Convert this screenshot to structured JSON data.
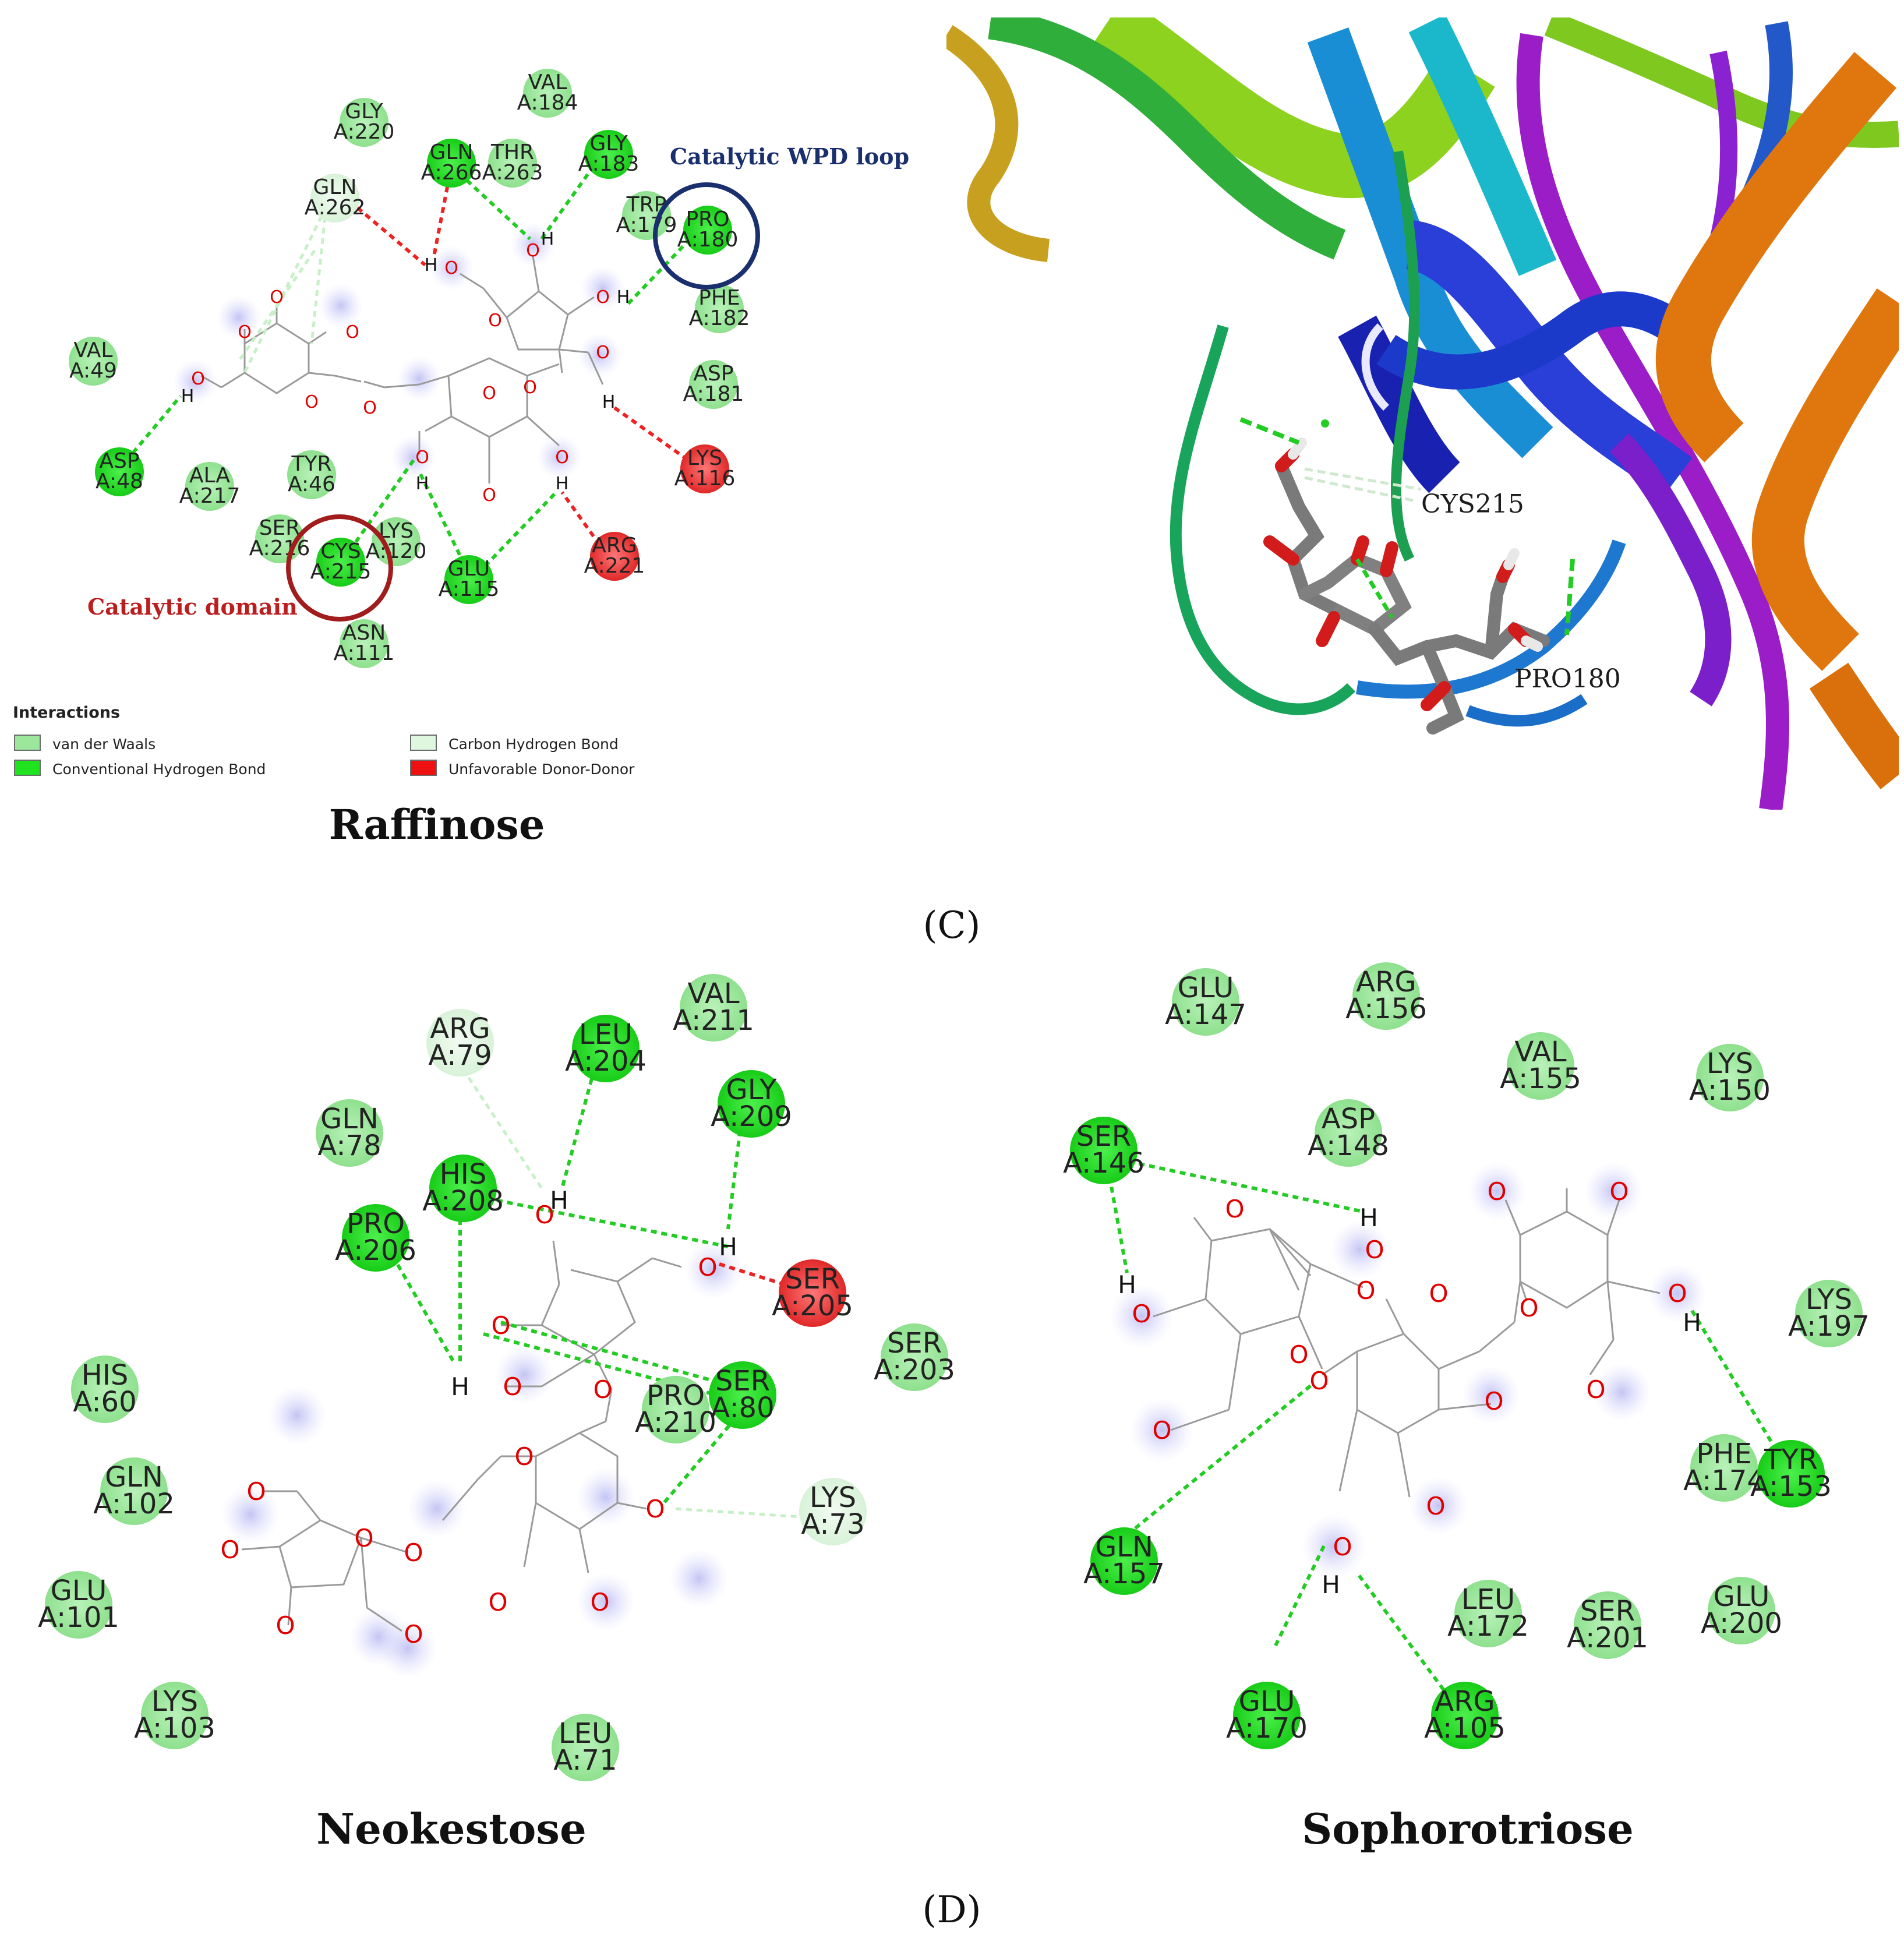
{
  "panel_c": {
    "label": "(C)",
    "raffinose": {
      "caption": "Raffinose",
      "annotation_wpd": "Catalytic WPD loop",
      "annotation_domain": "Catalytic domain",
      "legend": {
        "title": "Interactions",
        "items": [
          {
            "label": "van der Waals",
            "color": "#9ce79c"
          },
          {
            "label": "Conventional Hydrogen Bond",
            "color": "#1ee31e"
          },
          {
            "label": "Carbon Hydrogen Bond",
            "color": "#dff6df"
          },
          {
            "label": "Unfavorable Donor-Donor",
            "color": "#ee1111"
          }
        ]
      },
      "residues": [
        {
          "l1": "GLY",
          "l2": "A:220",
          "type": "vdw"
        },
        {
          "l1": "VAL",
          "l2": "A:184",
          "type": "vdw"
        },
        {
          "l1": "GLN",
          "l2": "A:266",
          "type": "hbond"
        },
        {
          "l1": "THR",
          "l2": "A:263",
          "type": "vdw"
        },
        {
          "l1": "GLY",
          "l2": "A:183",
          "type": "hbond"
        },
        {
          "l1": "GLN",
          "l2": "A:262",
          "type": "chb"
        },
        {
          "l1": "TRP",
          "l2": "A:179",
          "type": "vdw"
        },
        {
          "l1": "PRO",
          "l2": "A:180",
          "type": "hbond"
        },
        {
          "l1": "PHE",
          "l2": "A:182",
          "type": "vdw"
        },
        {
          "l1": "VAL",
          "l2": "A:49",
          "type": "vdw"
        },
        {
          "l1": "ASP",
          "l2": "A:181",
          "type": "vdw"
        },
        {
          "l1": "ASP",
          "l2": "A:48",
          "type": "hbond"
        },
        {
          "l1": "ALA",
          "l2": "A:217",
          "type": "vdw"
        },
        {
          "l1": "TYR",
          "l2": "A:46",
          "type": "vdw"
        },
        {
          "l1": "LYS",
          "l2": "A:116",
          "type": "unfav"
        },
        {
          "l1": "SER",
          "l2": "A:216",
          "type": "vdw"
        },
        {
          "l1": "CYS",
          "l2": "A:215",
          "type": "hbond"
        },
        {
          "l1": "LYS",
          "l2": "A:120",
          "type": "vdw"
        },
        {
          "l1": "GLU",
          "l2": "A:115",
          "type": "hbond"
        },
        {
          "l1": "ARG",
          "l2": "A:221",
          "type": "unfav"
        },
        {
          "l1": "ASN",
          "l2": "A:111",
          "type": "vdw"
        }
      ]
    },
    "render": {
      "labels": [
        "CYS215",
        "PRO180"
      ]
    }
  },
  "panel_d": {
    "label": "(D)",
    "neokestose": {
      "caption": "Neokestose",
      "residues": [
        {
          "l1": "VAL",
          "l2": "A:211",
          "type": "vdw"
        },
        {
          "l1": "ARG",
          "l2": "A:79",
          "type": "chb"
        },
        {
          "l1": "LEU",
          "l2": "A:204",
          "type": "hbond"
        },
        {
          "l1": "GLY",
          "l2": "A:209",
          "type": "hbond"
        },
        {
          "l1": "GLN",
          "l2": "A:78",
          "type": "vdw"
        },
        {
          "l1": "HIS",
          "l2": "A:208",
          "type": "hbond"
        },
        {
          "l1": "PRO",
          "l2": "A:206",
          "type": "hbond"
        },
        {
          "l1": "SER",
          "l2": "A:205",
          "type": "unfav"
        },
        {
          "l1": "SER",
          "l2": "A:203",
          "type": "vdw"
        },
        {
          "l1": "HIS",
          "l2": "A:60",
          "type": "vdw"
        },
        {
          "l1": "SER",
          "l2": "A:80",
          "type": "hbond"
        },
        {
          "l1": "PRO",
          "l2": "A:210",
          "type": "vdw"
        },
        {
          "l1": "GLN",
          "l2": "A:102",
          "type": "vdw"
        },
        {
          "l1": "LYS",
          "l2": "A:73",
          "type": "chb"
        },
        {
          "l1": "GLU",
          "l2": "A:101",
          "type": "vdw"
        },
        {
          "l1": "LYS",
          "l2": "A:103",
          "type": "vdw"
        },
        {
          "l1": "LEU",
          "l2": "A:71",
          "type": "vdw"
        }
      ]
    },
    "sophorotriose": {
      "caption": "Sophorotriose",
      "residues": [
        {
          "l1": "GLU",
          "l2": "A:147",
          "type": "vdw"
        },
        {
          "l1": "ARG",
          "l2": "A:156",
          "type": "vdw"
        },
        {
          "l1": "VAL",
          "l2": "A:155",
          "type": "vdw"
        },
        {
          "l1": "LYS",
          "l2": "A:150",
          "type": "vdw"
        },
        {
          "l1": "SER",
          "l2": "A:146",
          "type": "hbond"
        },
        {
          "l1": "ASP",
          "l2": "A:148",
          "type": "vdw"
        },
        {
          "l1": "LYS",
          "l2": "A:197",
          "type": "vdw"
        },
        {
          "l1": "PHE",
          "l2": "A:174",
          "type": "vdw"
        },
        {
          "l1": "TYR",
          "l2": "A:153",
          "type": "hbond"
        },
        {
          "l1": "GLN",
          "l2": "A:157",
          "type": "hbond"
        },
        {
          "l1": "LEU",
          "l2": "A:172",
          "type": "vdw"
        },
        {
          "l1": "SER",
          "l2": "A:201",
          "type": "vdw"
        },
        {
          "l1": "GLU",
          "l2": "A:200",
          "type": "vdw"
        },
        {
          "l1": "GLU",
          "l2": "A:170",
          "type": "hbond"
        },
        {
          "l1": "ARG",
          "l2": "A:105",
          "type": "hbond"
        }
      ]
    }
  },
  "colors": {
    "vdw": "#a8eca8",
    "hbond": "#2ee22e",
    "chb": "#e2f7e2",
    "unfav": "#ee3a3a",
    "wpd_circle": "#1a2f6e",
    "domain_circle": "#a11c1c"
  }
}
